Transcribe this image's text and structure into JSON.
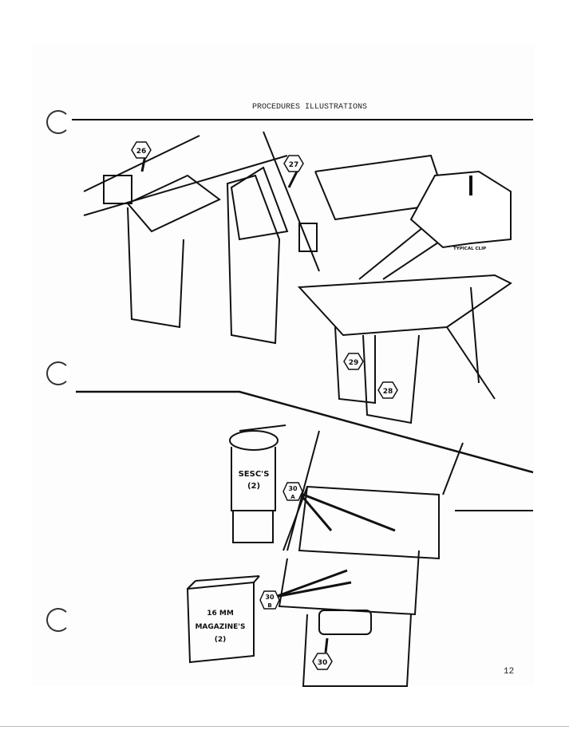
{
  "header": {
    "title": "PROCEDURES ILLUSTRATIONS"
  },
  "callouts": {
    "c26": "26",
    "c27": "27",
    "c28": "28",
    "c29": "29",
    "c30a": "30",
    "c30a_sub": "A",
    "c30b": "30",
    "c30b_sub": "B",
    "c30": "30"
  },
  "labels": {
    "typical_clip": "TYPICAL CLIP",
    "sesc": "SESC'S",
    "sesc_qty": "(2)",
    "mag_line1": "16 MM",
    "mag_line2": "MAGAZINE'S",
    "mag_qty": "(2)"
  },
  "footer": {
    "page_number": "12"
  }
}
